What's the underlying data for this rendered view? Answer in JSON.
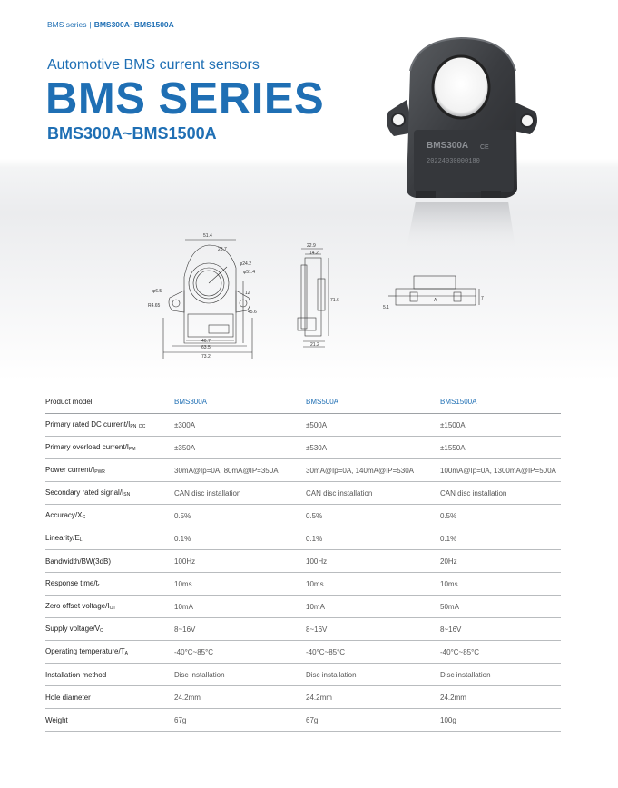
{
  "breadcrumb": {
    "section": "BMS series",
    "separator": "|",
    "current": "BMS300A~BMS1500A"
  },
  "header": {
    "subtitle": "Automotive BMS current sensors",
    "title": "BMS SERIES",
    "range": "BMS300A~BMS1500A"
  },
  "product": {
    "marking": "BMS300A",
    "serial": "20224030000180",
    "logo": "CE"
  },
  "drawing_front": {
    "width_top": "51.4",
    "d1": "28.7",
    "d2": "φ24.2",
    "d3": "φ51.4",
    "hole": "φ6.5",
    "side": "R4.65",
    "h1": "12",
    "h2": "45.6",
    "w1": "46.7",
    "w2": "63.5",
    "w3": "73.2"
  },
  "drawing_side": {
    "t1": "22.9",
    "t2": "14.2",
    "h": "71.6",
    "b": "21.2"
  },
  "drawing_bottom": {
    "label": "A",
    "left": "5.1",
    "right": "7"
  },
  "table": {
    "header": {
      "label": "Product model",
      "models": [
        "BMS300A",
        "BMS500A",
        "BMS1500A"
      ]
    },
    "rows": [
      {
        "label": "Primary rated DC current/I",
        "sub": "PN_DC",
        "values": [
          "±300A",
          "±500A",
          "±1500A"
        ]
      },
      {
        "label": "Primary overload current/I",
        "sub": "PM",
        "values": [
          "±350A",
          "±530A",
          "±1550A"
        ]
      },
      {
        "label": "Power current/I",
        "sub": "PWR",
        "values": [
          "30mA@Ip=0A, 80mA@IP=350A",
          "30mA@Ip=0A, 140mA@IP=530A",
          "100mA@Ip=0A, 1300mA@IP=500A"
        ]
      },
      {
        "label": "Secondary rated signal/I",
        "sub": "SN",
        "values": [
          "CAN disc installation",
          "CAN disc installation",
          "CAN disc installation"
        ]
      },
      {
        "label": "Accuracy/X",
        "sub": "G",
        "values": [
          "0.5%",
          "0.5%",
          "0.5%"
        ]
      },
      {
        "label": "Linearity/E",
        "sub": "L",
        "values": [
          "0.1%",
          "0.1%",
          "0.1%"
        ]
      },
      {
        "label": "Bandwidth/BW(3dB)",
        "sub": "",
        "values": [
          "100Hz",
          "100Hz",
          "20Hz"
        ]
      },
      {
        "label": "Response time/t",
        "sub": "r",
        "values": [
          "10ms",
          "10ms",
          "10ms"
        ]
      },
      {
        "label": "Zero offset voltage/I",
        "sub": "OT",
        "values": [
          "10mA",
          "10mA",
          "50mA"
        ]
      },
      {
        "label": "Supply voltage/V",
        "sub": "C",
        "values": [
          "8~16V",
          "8~16V",
          "8~16V"
        ]
      },
      {
        "label": "Operating temperature/T",
        "sub": "A",
        "values": [
          "-40°C~85°C",
          "-40°C~85°C",
          "-40°C~85°C"
        ]
      },
      {
        "label": "Installation method",
        "sub": "",
        "values": [
          "Disc installation",
          "Disc installation",
          "Disc installation"
        ]
      },
      {
        "label": "Hole diameter",
        "sub": "",
        "values": [
          "24.2mm",
          "24.2mm",
          "24.2mm"
        ]
      },
      {
        "label": "Weight",
        "sub": "",
        "values": [
          "67g",
          "67g",
          "100g"
        ]
      }
    ]
  }
}
